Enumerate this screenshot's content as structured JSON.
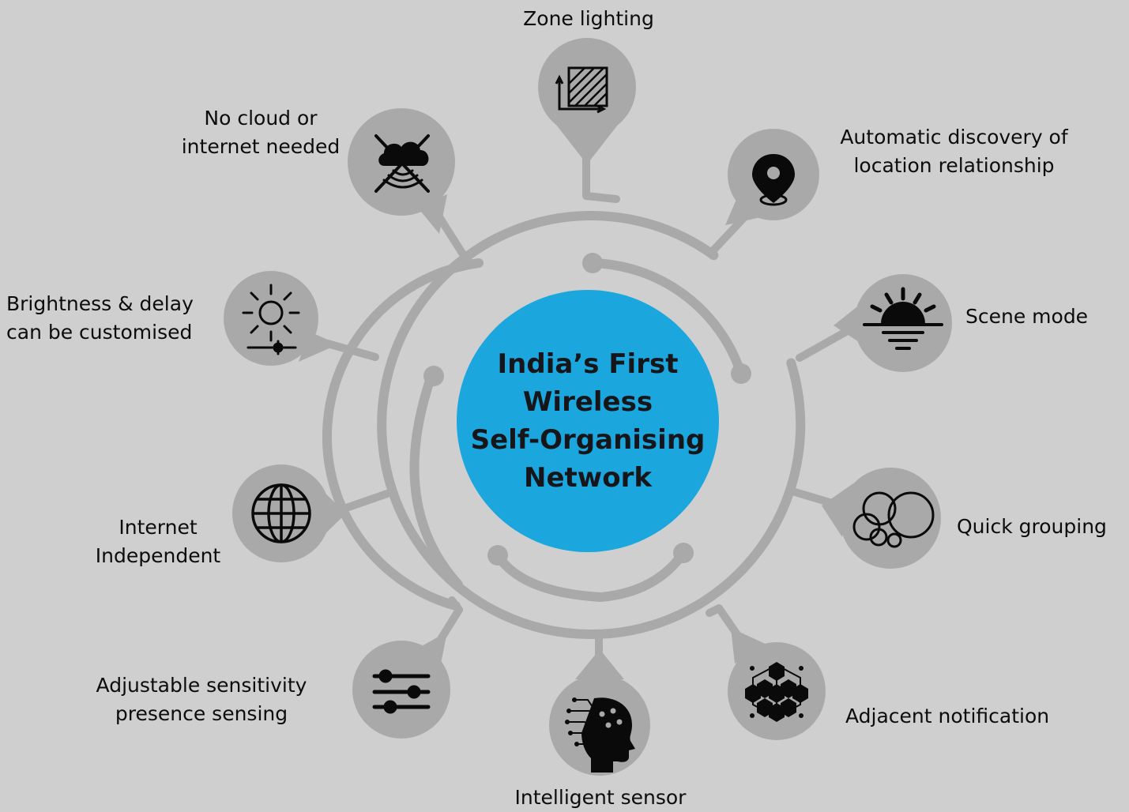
{
  "center": {
    "lines": [
      "India’s First",
      "Wireless",
      "Self-Organising",
      "Network"
    ]
  },
  "features": [
    {
      "id": "zone",
      "lines": [
        "Zone lighting"
      ],
      "icon": "zone-lighting-icon"
    },
    {
      "id": "location",
      "lines": [
        "Automatic discovery of",
        "location relationship"
      ],
      "icon": "location-pin-icon"
    },
    {
      "id": "scene",
      "lines": [
        "Scene mode"
      ],
      "icon": "sunset-icon"
    },
    {
      "id": "grouping",
      "lines": [
        "Quick grouping"
      ],
      "icon": "bubbles-icon"
    },
    {
      "id": "adjacent",
      "lines": [
        "Adjacent notification"
      ],
      "icon": "hexagon-network-icon"
    },
    {
      "id": "intelligent",
      "lines": [
        "Intelligent sensor"
      ],
      "icon": "ai-head-icon"
    },
    {
      "id": "sensitivity",
      "lines": [
        "Adjustable sensitivity",
        "presence sensing"
      ],
      "icon": "sliders-icon"
    },
    {
      "id": "internet",
      "lines": [
        "Internet",
        "Independent"
      ],
      "icon": "globe-icon"
    },
    {
      "id": "brightness",
      "lines": [
        "Brightness & delay",
        "can be customised"
      ],
      "icon": "sun-slider-icon"
    },
    {
      "id": "nocloud",
      "lines": [
        "No cloud or",
        "internet needed"
      ],
      "icon": "no-cloud-icon"
    }
  ],
  "colors": {
    "background": "#cfcfcf",
    "bubble": "#a9a9a9",
    "connector": "#a9a9a9",
    "center_fill": "#1ba7de",
    "center_text": "#16161a",
    "icon": "#0a0a0a"
  }
}
